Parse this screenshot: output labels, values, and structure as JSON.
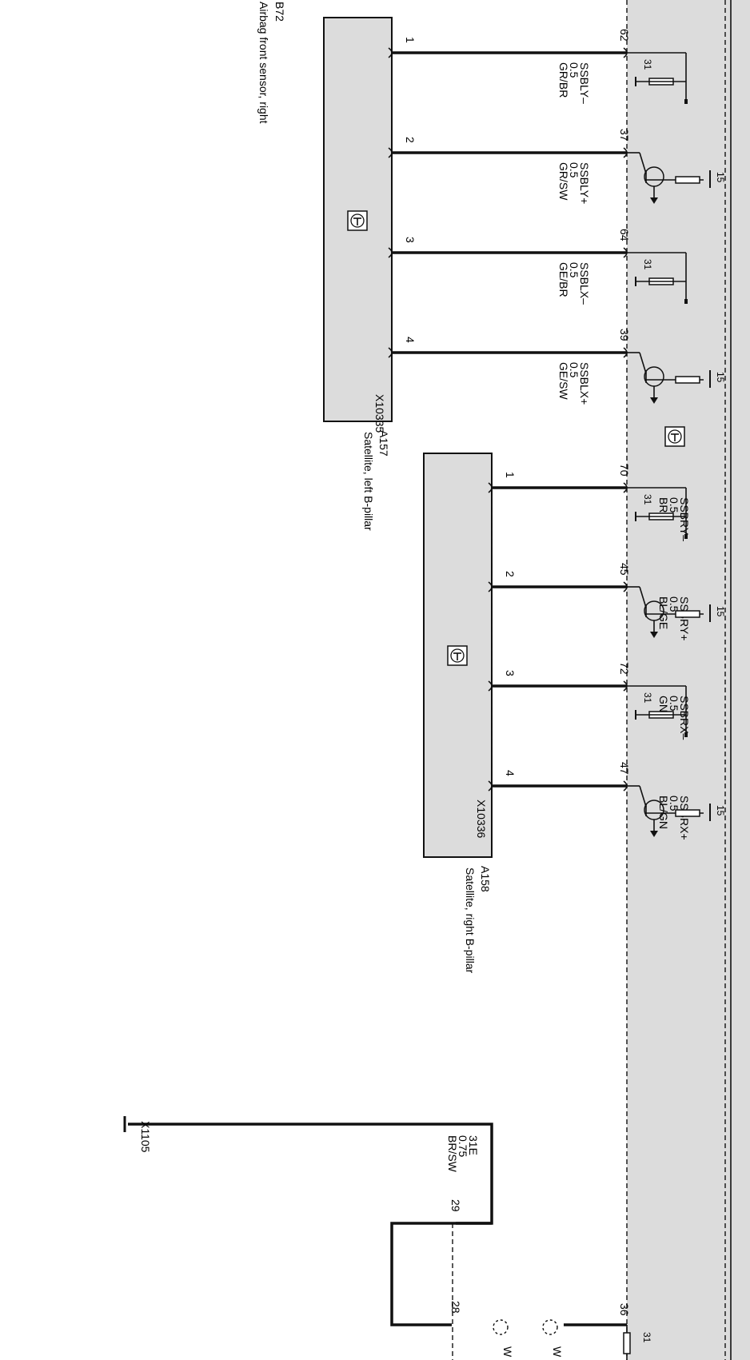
{
  "diagram": {
    "top_component": {
      "code": "B72",
      "name": "Airbag front sensor, right"
    },
    "components": [
      {
        "id": "A157",
        "name": "Satellite, left B-pillar",
        "connector": "X10335",
        "pins": [
          {
            "pin": "1",
            "ecu_pin": "62",
            "signal": "SSBLY–",
            "size": "0.5",
            "color": "GR/BR",
            "ecu": "31"
          },
          {
            "pin": "2",
            "ecu_pin": "37",
            "signal": "SSBLY+",
            "size": "0.5",
            "color": "GR/SW",
            "ecu": "15"
          },
          {
            "pin": "3",
            "ecu_pin": "64",
            "signal": "SSBLX–",
            "size": "0.5",
            "color": "GE/BR",
            "ecu": "31"
          },
          {
            "pin": "4",
            "ecu_pin": "39",
            "signal": "SSBLX+",
            "size": "0.5",
            "color": "GE/SW",
            "ecu": "15"
          }
        ]
      },
      {
        "id": "A158",
        "name": "Satellite, right B-pillar",
        "connector": "X10336",
        "pins": [
          {
            "pin": "1",
            "ecu_pin": "70",
            "signal": "SSBRY–",
            "size": "0.5",
            "color": "BR",
            "ecu": "31"
          },
          {
            "pin": "2",
            "ecu_pin": "45",
            "signal": "SSBRY+",
            "size": "0.5",
            "color": "BL/GE",
            "ecu": "15"
          },
          {
            "pin": "3",
            "ecu_pin": "72",
            "signal": "SSBRX–",
            "size": "0.5",
            "color": "GN",
            "ecu": "31"
          },
          {
            "pin": "4",
            "ecu_pin": "47",
            "signal": "SSBRX+",
            "size": "0.5",
            "color": "BL/GN",
            "ecu": "15"
          }
        ]
      }
    ],
    "ground": {
      "signal": "31E",
      "size": "0.75",
      "color": "BR/SW",
      "ground_point": "X1105",
      "pin_a": "29",
      "pin_b": "28"
    },
    "bottom": {
      "ecu_pin": "36",
      "ecu": "31",
      "wire_a": "W",
      "wire_b": "W"
    }
  }
}
